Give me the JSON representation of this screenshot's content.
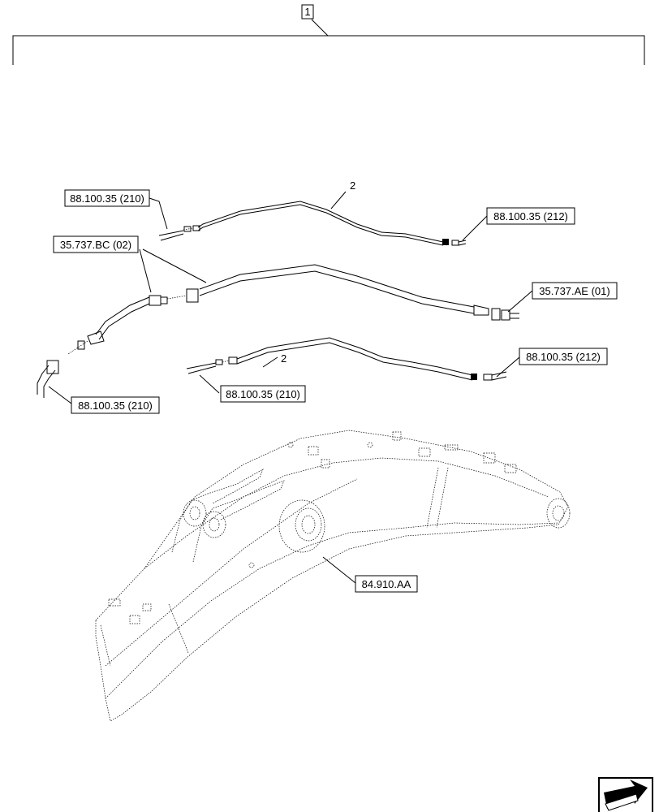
{
  "diagram": {
    "item_callout": "1",
    "part_number_2a": "2",
    "part_number_2b": "2",
    "references": {
      "ref_top_left": "88.100.35 (210)",
      "ref_top_right": "88.100.35 (212)",
      "ref_mid_left": "35.737.BC (02)",
      "ref_mid_right": "35.737.AE (01)",
      "ref_low_right": "88.100.35 (212)",
      "ref_low_center": "88.100.35 (210)",
      "ref_low_left": "88.100.35 (210)",
      "ref_boom": "84.910.AA"
    },
    "nav_icon": "next-page-arrow-icon"
  }
}
